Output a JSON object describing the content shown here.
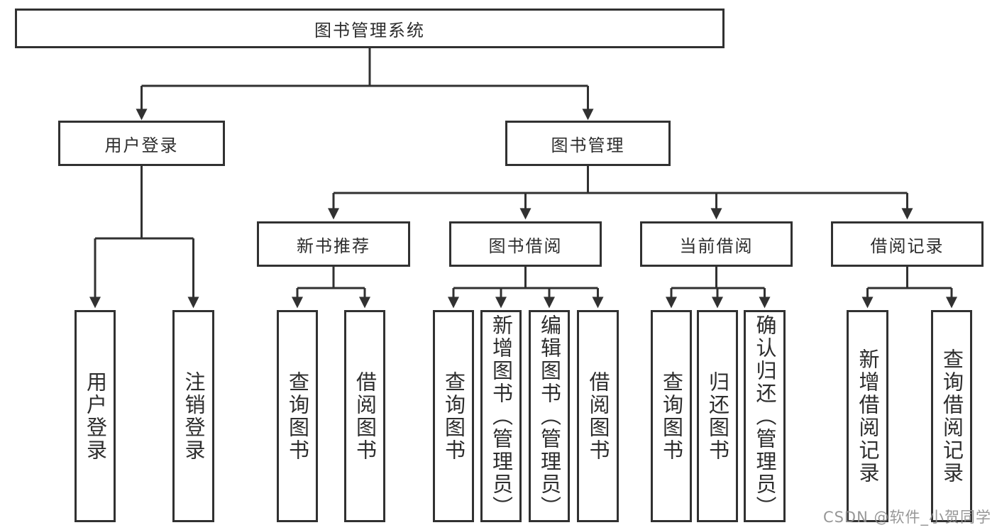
{
  "diagram": {
    "type": "hierarchy-tree",
    "root": {
      "label": "图书管理系统"
    },
    "branches": [
      {
        "label": "用户登录",
        "children": [
          {
            "label": "用户登录"
          },
          {
            "label": "注销登录"
          }
        ]
      },
      {
        "label": "图书管理",
        "children": [
          {
            "label": "新书推荐",
            "children": [
              {
                "label": "查询图书"
              },
              {
                "label": "借阅图书"
              }
            ]
          },
          {
            "label": "图书借阅",
            "children": [
              {
                "label": "查询图书"
              },
              {
                "label": "新增图书（管理员）"
              },
              {
                "label": "编辑图书（管理员）"
              },
              {
                "label": "借阅图书"
              }
            ]
          },
          {
            "label": "当前借阅",
            "children": [
              {
                "label": "查询图书"
              },
              {
                "label": "归还图书"
              },
              {
                "label": "确认归还（管理员）"
              }
            ]
          },
          {
            "label": "借阅记录",
            "children": [
              {
                "label": "新增借阅记录"
              },
              {
                "label": "查询借阅记录"
              }
            ]
          }
        ]
      }
    ],
    "watermark": "CSDN @软件_小贺同学",
    "colors": {
      "line": "#313131",
      "box_border": "#313131",
      "box_fill": "#ffffff",
      "text": "#2d2d2d",
      "watermark": "#8f8f8f",
      "background": "#ffffff"
    }
  }
}
